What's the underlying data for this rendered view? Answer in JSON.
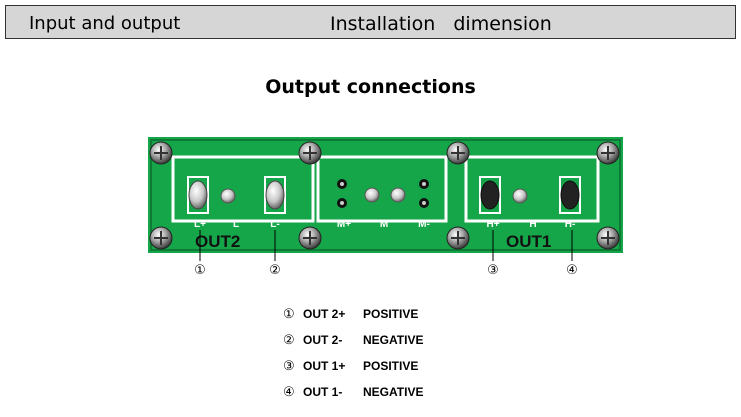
{
  "header": {
    "tabs": [
      {
        "label": "Input and output"
      },
      {
        "label": "Installation   dimension"
      }
    ]
  },
  "section_title": "Output connections",
  "board": {
    "terminals": {
      "left": [
        "L+",
        "L",
        "L-"
      ],
      "middle": [
        "M+",
        "M",
        "M-"
      ],
      "right": [
        "H+",
        "H",
        "H-"
      ]
    },
    "group_labels": [
      "OUT2",
      "OUT1"
    ],
    "callouts": [
      "①",
      "②",
      "③",
      "④"
    ],
    "colors": {
      "pcb": "#16a64a",
      "pcb_dark": "#0e7a35",
      "silkscreen": "#ffffff",
      "screw": "#9a9a9a"
    }
  },
  "legend": [
    {
      "num": "①",
      "code": "OUT 2+",
      "desc": "POSITIVE"
    },
    {
      "num": "②",
      "code": "OUT 2-",
      "desc": "NEGATIVE"
    },
    {
      "num": "③",
      "code": "OUT 1+",
      "desc": "POSITIVE"
    },
    {
      "num": "④",
      "code": "OUT 1-",
      "desc": "NEGATIVE"
    }
  ]
}
